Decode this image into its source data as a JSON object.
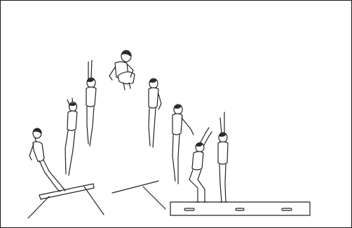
{
  "figure": {
    "subject": "",
    "ink_color": "#222222",
    "background_color": "#ffffff",
    "frame_color": "#1a1a1a"
  },
  "equipment": [
    {
      "name": "springboard"
    },
    {
      "name": "springboard"
    },
    {
      "name": "balance-beam"
    }
  ],
  "phases": [
    {
      "name": "takeoff"
    },
    {
      "name": "arms-up-rise"
    },
    {
      "name": "stretched-flight"
    },
    {
      "name": "tuck"
    },
    {
      "name": "open-descent"
    },
    {
      "name": "arms-forward-descent"
    },
    {
      "name": "squat-landing"
    },
    {
      "name": "stretched-stand"
    }
  ]
}
